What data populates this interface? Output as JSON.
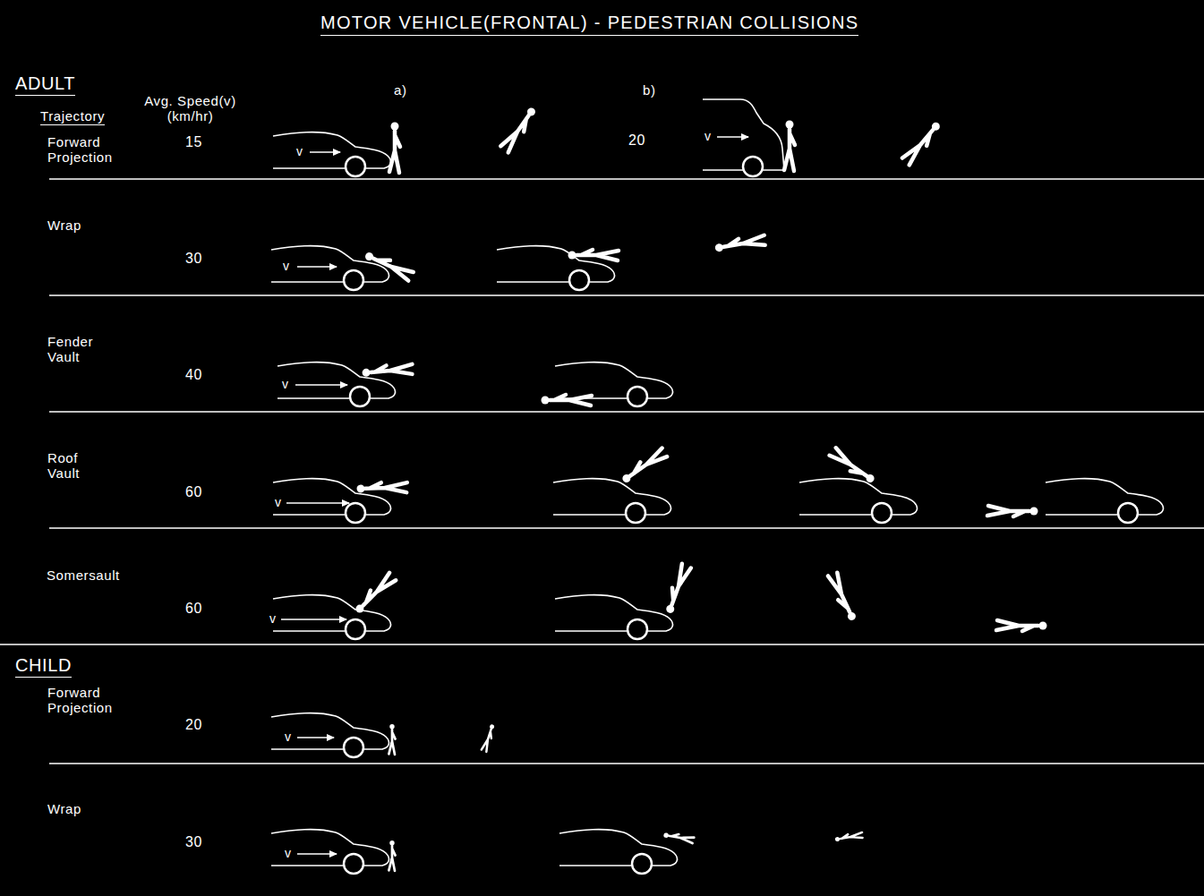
{
  "diagram": {
    "title": "MOTOR VEHICLE(FRONTAL) - PEDESTRIAN COLLISIONS",
    "labels": [
      "ADULT",
      "Trajectory",
      "Avg. Speed(v) (km/hr)",
      "a)",
      "b)",
      "Forward Projection",
      "15",
      "v",
      "20",
      "v",
      "Wrap",
      "30",
      "v",
      "Fender Vault",
      "40",
      "v",
      "Roof Vault",
      "60",
      "v",
      "Somersault",
      "60",
      "v",
      "CHILD",
      "Forward Projection",
      "20",
      "v",
      "Wrap",
      "30",
      "v"
    ]
  }
}
